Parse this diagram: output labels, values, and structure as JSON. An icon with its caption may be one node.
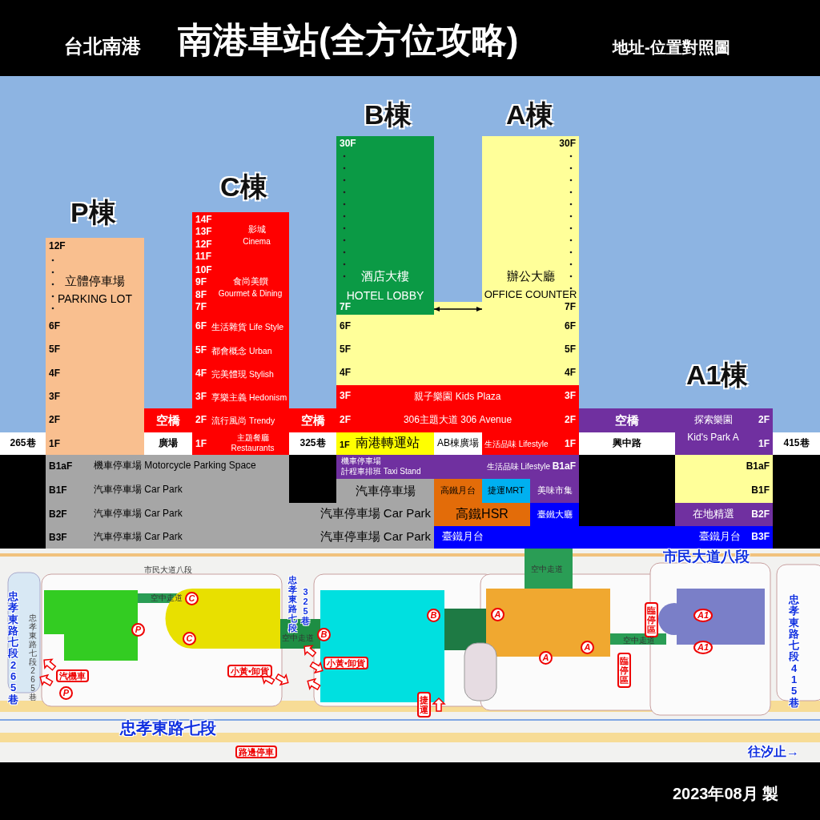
{
  "diagram": {
    "title": "南港車站(全方位攻略)",
    "nodes": [
      {
        "text": [
          "12F",
          "立體停車場",
          "PARKING LOT",
          "6F",
          "5F",
          "4F",
          "3F",
          "2F",
          "1F"
        ]
      },
      {
        "text": [
          "14F",
          "13F",
          "12F",
          "11F",
          "影城",
          "Cinema"
        ]
      },
      {
        "text": [
          "10F",
          "9F",
          "8F",
          "7F",
          "食尚美饌",
          "Gourmet & Dining"
        ]
      },
      {
        "text": [
          "6F",
          "生活雜貨 Life Style"
        ]
      },
      {
        "text": [
          "5F",
          "都會概念 Urban"
        ]
      },
      {
        "text": [
          "4F",
          "完美體現 Stylish"
        ]
      },
      {
        "text": [
          "3F",
          "享樂主義 Hedonism"
        ]
      },
      {
        "text": [
          "2F",
          "流行風尚 Trendy"
        ]
      },
      {
        "text": [
          "1F",
          "主題餐廳",
          "Restaurants"
        ]
      },
      {
        "text": [
          "空橋"
        ]
      },
      {
        "text": [
          "廣場"
        ]
      },
      {
        "text": [
          "空橋"
        ]
      },
      {
        "text": [
          "325巷"
        ]
      },
      {
        "text": [
          "265巷"
        ]
      },
      {
        "text": [
          "30F",
          "酒店大樓",
          "HOTEL LOBBY",
          "7F"
        ]
      },
      {
        "text": [
          "30F",
          "辦公大廳",
          "OFFICE COUNTER",
          "7F"
        ]
      },
      {
        "text": [
          "6F",
          "6F",
          "5F",
          "5F",
          "4F",
          "4F"
        ]
      },
      {
        "text": [
          "3F",
          "親子樂園 Kids Plaza",
          "3F"
        ]
      },
      {
        "text": [
          "2F",
          "306主題大道 306 Avenue",
          "2F"
        ]
      },
      {
        "text": [
          "1F",
          "南港轉運站"
        ]
      },
      {
        "text": [
          "AB棟廣場"
        ]
      },
      {
        "text": [
          "生活品味 Lifestyle",
          "1F"
        ]
      },
      {
        "text": [
          "空橋"
        ]
      },
      {
        "text": [
          "興中路"
        ]
      },
      {
        "text": [
          "探索樂園",
          "Kid's Park A",
          "2F",
          "1F"
        ]
      },
      {
        "text": [
          "415巷"
        ]
      },
      {
        "text": [
          "B1aF",
          "機車停車場 Motorcycle Parking Space"
        ]
      },
      {
        "text": [
          "B1F",
          "汽車停車場 Car Park"
        ]
      },
      {
        "text": [
          "B2F",
          "汽車停車場 Car Park",
          "汽車停車場 Car Park"
        ]
      },
      {
        "text": [
          "B3F",
          "汽車停車場 Car Park",
          "汽車停車場 Car Park"
        ]
      },
      {
        "text": [
          "機車停車場",
          "計程車排班 Taxi Stand",
          "生活品味 Lifestyle",
          "B1aF"
        ]
      },
      {
        "text": [
          "汽車停車場"
        ]
      },
      {
        "text": [
          "高鐵月台"
        ]
      },
      {
        "text": [
          "捷運MRT"
        ]
      },
      {
        "text": [
          "美味市集"
        ]
      },
      {
        "text": [
          "高鐵HSR"
        ]
      },
      {
        "text": [
          "臺鐵大廳"
        ]
      },
      {
        "text": [
          "B1aF",
          "B1F"
        ]
      },
      {
        "text": [
          "在地精選",
          "B2F"
        ]
      },
      {
        "text": [
          "臺鐵月台",
          "臺鐵月台",
          "B3F"
        ]
      }
    ],
    "edges": [
      {
        "from": 14,
        "to": 15,
        "arrow": "both"
      }
    ],
    "labels": [
      "台北南港",
      "地址-位置對照圖",
      "B棟",
      "A棟",
      "C棟",
      "P棟",
      "A1棟",
      "市民大道八段",
      "市民大道八段",
      "忠孝東路七段",
      "325巷",
      "忠孝東路七段265巷",
      "忠孝東路七段265巷",
      "空中走道",
      "C",
      "空中走道",
      "忠孝東路七段415巷",
      "A1",
      "P",
      "C",
      "B",
      "B",
      "A",
      "臨停區",
      "A1",
      "A",
      "空中走道",
      "A",
      "空中走道",
      "小黃•卸貨",
      "小黃•卸貨",
      "汽機車",
      "P",
      "臨停區",
      "捷運",
      "忠孝東路七段",
      "往汐止→",
      "路邊停車",
      "2023年08月 製"
    ]
  }
}
